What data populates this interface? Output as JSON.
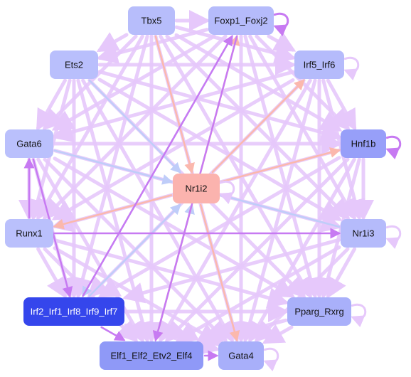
{
  "colors": {
    "edge_default": "#e6c8fb",
    "edge_strong": "#c77af2",
    "edge_salmon": "#fbb8ad",
    "edge_blue": "#bfcdf9",
    "text_dark": "#111111",
    "text_light": "#ffffff"
  },
  "nodes": [
    {
      "id": "tbx5",
      "label": "Tbx5",
      "fill": "#b7bdfb"
    },
    {
      "id": "foxp1",
      "label": "Foxp1_Foxj2",
      "fill": "#b5bbfb"
    },
    {
      "id": "ets2",
      "label": "Ets2",
      "fill": "#b9bffc"
    },
    {
      "id": "irf5",
      "label": "Irf5_Irf6",
      "fill": "#b5bbfb"
    },
    {
      "id": "gata6",
      "label": "Gata6",
      "fill": "#bac0fc"
    },
    {
      "id": "hnf1b",
      "label": "Hnf1b",
      "fill": "#979ff9"
    },
    {
      "id": "nr1i2",
      "label": "Nr1i2",
      "fill": "#fbb3ae"
    },
    {
      "id": "runx1",
      "label": "Runx1",
      "fill": "#bac0fc"
    },
    {
      "id": "nr1i3",
      "label": "Nr1i3",
      "fill": "#b5bbfb"
    },
    {
      "id": "irf2",
      "label": "Irf2_Irf1_Irf8_Irf9_Irf7",
      "fill": "#3546ec",
      "text": "light"
    },
    {
      "id": "pparg",
      "label": "Pparg_Rxrg",
      "fill": "#a9b0fa"
    },
    {
      "id": "elf1",
      "label": "Elf1_Elf2_Etv2_Elf4",
      "fill": "#8f99f7"
    },
    {
      "id": "gata4",
      "label": "Gata4",
      "fill": "#a8affa"
    }
  ],
  "edges": [
    {
      "from": "tbx5",
      "to": "foxp1",
      "style": "default"
    },
    {
      "from": "tbx5",
      "to": "ets2",
      "style": "default"
    },
    {
      "from": "tbx5",
      "to": "irf5",
      "style": "default"
    },
    {
      "from": "tbx5",
      "to": "gata6",
      "style": "default"
    },
    {
      "from": "tbx5",
      "to": "hnf1b",
      "style": "default"
    },
    {
      "from": "tbx5",
      "to": "runx1",
      "style": "default"
    },
    {
      "from": "tbx5",
      "to": "nr1i3",
      "style": "default"
    },
    {
      "from": "tbx5",
      "to": "irf2",
      "style": "default"
    },
    {
      "from": "tbx5",
      "to": "pparg",
      "style": "default"
    },
    {
      "from": "tbx5",
      "to": "elf1",
      "style": "default"
    },
    {
      "from": "tbx5",
      "to": "gata4",
      "style": "default"
    },
    {
      "from": "foxp1",
      "to": "ets2",
      "style": "default"
    },
    {
      "from": "foxp1",
      "to": "irf5",
      "style": "default"
    },
    {
      "from": "foxp1",
      "to": "gata6",
      "style": "default"
    },
    {
      "from": "foxp1",
      "to": "hnf1b",
      "style": "default"
    },
    {
      "from": "foxp1",
      "to": "runx1",
      "style": "default"
    },
    {
      "from": "foxp1",
      "to": "nr1i3",
      "style": "default"
    },
    {
      "from": "foxp1",
      "to": "pparg",
      "style": "default"
    },
    {
      "from": "foxp1",
      "to": "gata4",
      "style": "default"
    },
    {
      "from": "ets2",
      "to": "irf5",
      "style": "default"
    },
    {
      "from": "ets2",
      "to": "gata6",
      "style": "default"
    },
    {
      "from": "ets2",
      "to": "hnf1b",
      "style": "default"
    },
    {
      "from": "ets2",
      "to": "runx1",
      "style": "default"
    },
    {
      "from": "ets2",
      "to": "nr1i3",
      "style": "default"
    },
    {
      "from": "ets2",
      "to": "irf2",
      "style": "default"
    },
    {
      "from": "ets2",
      "to": "pparg",
      "style": "default"
    },
    {
      "from": "ets2",
      "to": "elf1",
      "style": "default"
    },
    {
      "from": "ets2",
      "to": "gata4",
      "style": "default"
    },
    {
      "from": "irf5",
      "to": "gata6",
      "style": "default"
    },
    {
      "from": "irf5",
      "to": "hnf1b",
      "style": "default"
    },
    {
      "from": "irf5",
      "to": "runx1",
      "style": "default"
    },
    {
      "from": "irf5",
      "to": "nr1i3",
      "style": "default"
    },
    {
      "from": "irf5",
      "to": "irf2",
      "style": "default"
    },
    {
      "from": "irf5",
      "to": "pparg",
      "style": "default"
    },
    {
      "from": "irf5",
      "to": "elf1",
      "style": "default"
    },
    {
      "from": "irf5",
      "to": "gata4",
      "style": "default"
    },
    {
      "from": "gata6",
      "to": "hnf1b",
      "style": "default"
    },
    {
      "from": "gata6",
      "to": "runx1",
      "style": "default"
    },
    {
      "from": "gata6",
      "to": "nr1i3",
      "style": "default"
    },
    {
      "from": "gata6",
      "to": "irf2",
      "style": "default"
    },
    {
      "from": "gata6",
      "to": "pparg",
      "style": "default"
    },
    {
      "from": "gata6",
      "to": "elf1",
      "style": "default"
    },
    {
      "from": "gata6",
      "to": "gata4",
      "style": "default"
    },
    {
      "from": "hnf1b",
      "to": "runx1",
      "style": "default"
    },
    {
      "from": "hnf1b",
      "to": "nr1i3",
      "style": "default"
    },
    {
      "from": "hnf1b",
      "to": "irf2",
      "style": "default"
    },
    {
      "from": "hnf1b",
      "to": "pparg",
      "style": "default"
    },
    {
      "from": "hnf1b",
      "to": "elf1",
      "style": "default"
    },
    {
      "from": "hnf1b",
      "to": "gata4",
      "style": "default"
    },
    {
      "from": "runx1",
      "to": "irf2",
      "style": "default"
    },
    {
      "from": "runx1",
      "to": "pparg",
      "style": "default"
    },
    {
      "from": "runx1",
      "to": "elf1",
      "style": "default"
    },
    {
      "from": "runx1",
      "to": "gata4",
      "style": "default"
    },
    {
      "from": "nr1i3",
      "to": "irf2",
      "style": "default"
    },
    {
      "from": "nr1i3",
      "to": "pparg",
      "style": "default"
    },
    {
      "from": "nr1i3",
      "to": "elf1",
      "style": "default"
    },
    {
      "from": "nr1i3",
      "to": "gata4",
      "style": "default"
    },
    {
      "from": "irf2",
      "to": "pparg",
      "style": "default"
    },
    {
      "from": "irf2",
      "to": "gata4",
      "style": "default"
    },
    {
      "from": "pparg",
      "to": "elf1",
      "style": "default"
    },
    {
      "from": "pparg",
      "to": "gata4",
      "style": "default"
    },
    {
      "from": "runx1",
      "to": "nr1i3",
      "style": "strong"
    },
    {
      "from": "gata6",
      "to": "irf2",
      "style": "strong"
    },
    {
      "from": "runx1",
      "to": "gata6",
      "style": "strong"
    },
    {
      "from": "irf2",
      "to": "elf1",
      "style": "strong"
    },
    {
      "from": "elf1",
      "to": "gata4",
      "style": "strong"
    },
    {
      "from": "irf2",
      "to": "foxp1",
      "style": "strong"
    },
    {
      "from": "foxp1",
      "to": "elf1",
      "style": "strong"
    },
    {
      "from": "tbx5",
      "to": "nr1i2",
      "style": "salmon"
    },
    {
      "from": "nr1i2",
      "to": "gata4",
      "style": "salmon"
    },
    {
      "from": "nr1i2",
      "to": "irf5",
      "style": "salmon"
    },
    {
      "from": "nr1i2",
      "to": "hnf1b",
      "style": "salmon"
    },
    {
      "from": "nr1i2",
      "to": "runx1",
      "style": "salmon"
    },
    {
      "from": "nr1i2",
      "to": "foxp1",
      "style": "salmon"
    },
    {
      "from": "nr1i2",
      "to": "elf1",
      "style": "salmon"
    },
    {
      "from": "ets2",
      "to": "nr1i2",
      "style": "blue"
    },
    {
      "from": "gata6",
      "to": "nr1i2",
      "style": "blue"
    },
    {
      "from": "nr1i3",
      "to": "nr1i2",
      "style": "blue"
    },
    {
      "from": "irf2",
      "to": "nr1i2",
      "style": "blue"
    },
    {
      "from": "elf1",
      "to": "nr1i2",
      "style": "blue"
    },
    {
      "from": "foxp1",
      "to": "irf2",
      "style": "blue"
    }
  ],
  "self_loops": [
    "foxp1",
    "irf5",
    "hnf1b",
    "nr1i2",
    "nr1i3",
    "pparg",
    "gata4"
  ]
}
